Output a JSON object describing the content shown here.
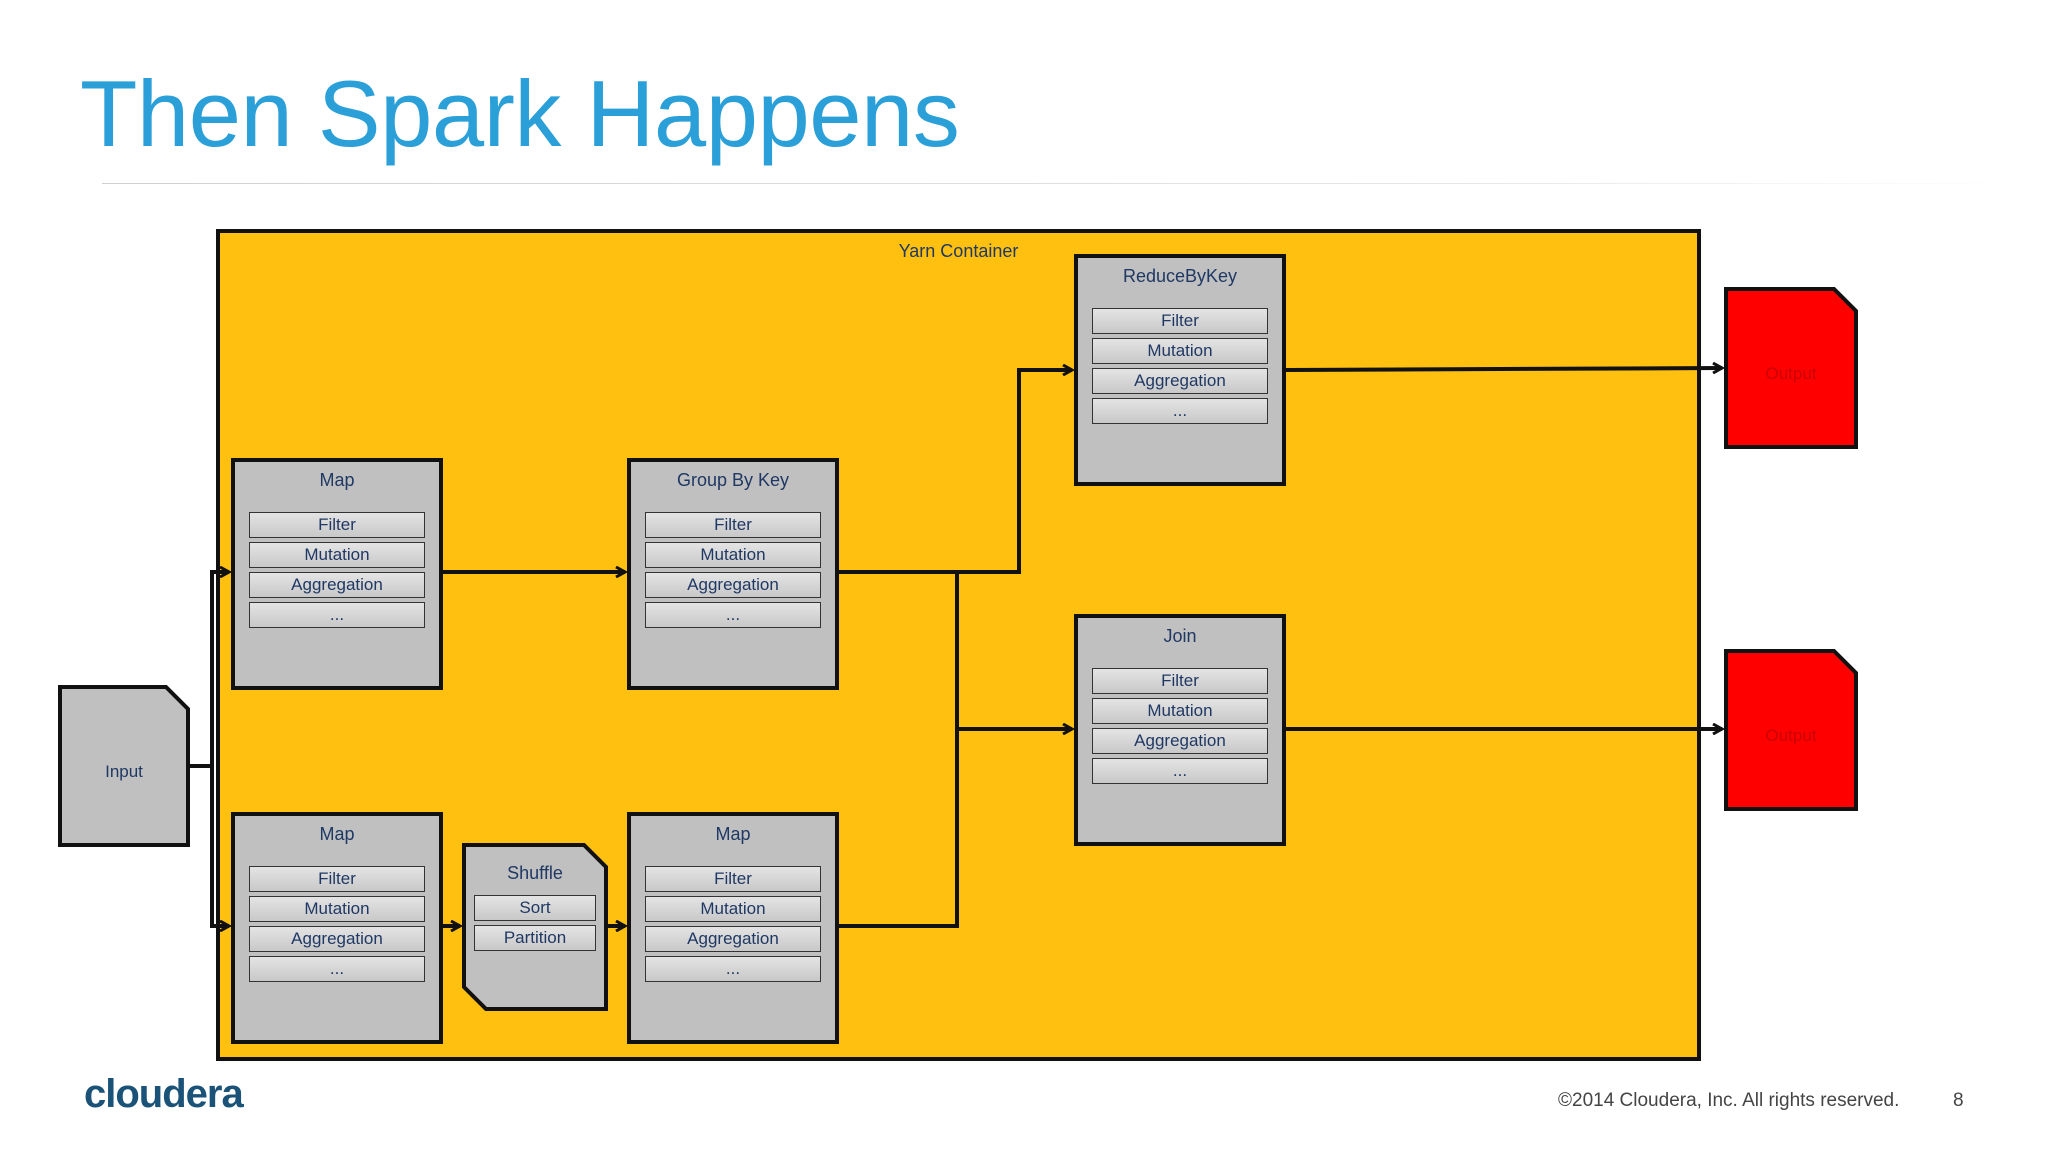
{
  "slide": {
    "title": "Then Spark Happens",
    "footer_brand": "cloudera",
    "copyright": "©2014 Cloudera, Inc. All rights reserved.",
    "page_number": "8"
  },
  "diagram": {
    "container_label": "Yarn Container",
    "input_label": "Input",
    "output_label": "Output",
    "ops": {
      "filter": "Filter",
      "mutation": "Mutation",
      "aggregation": "Aggregation",
      "more": "..."
    },
    "stages": {
      "map_top": "Map",
      "group_by_key": "Group By Key",
      "reduce_by_key": "ReduceByKey",
      "join": "Join",
      "map_bottom_left": "Map",
      "shuffle": "Shuffle",
      "map_bottom_right": "Map"
    },
    "shuffle_ops": {
      "sort": "Sort",
      "partition": "Partition"
    },
    "colors": {
      "container": "#ffc00f",
      "stage": "#c0c0c0",
      "output": "#ff0000",
      "title": "#2ba0d8",
      "label": "#1f3864"
    }
  }
}
